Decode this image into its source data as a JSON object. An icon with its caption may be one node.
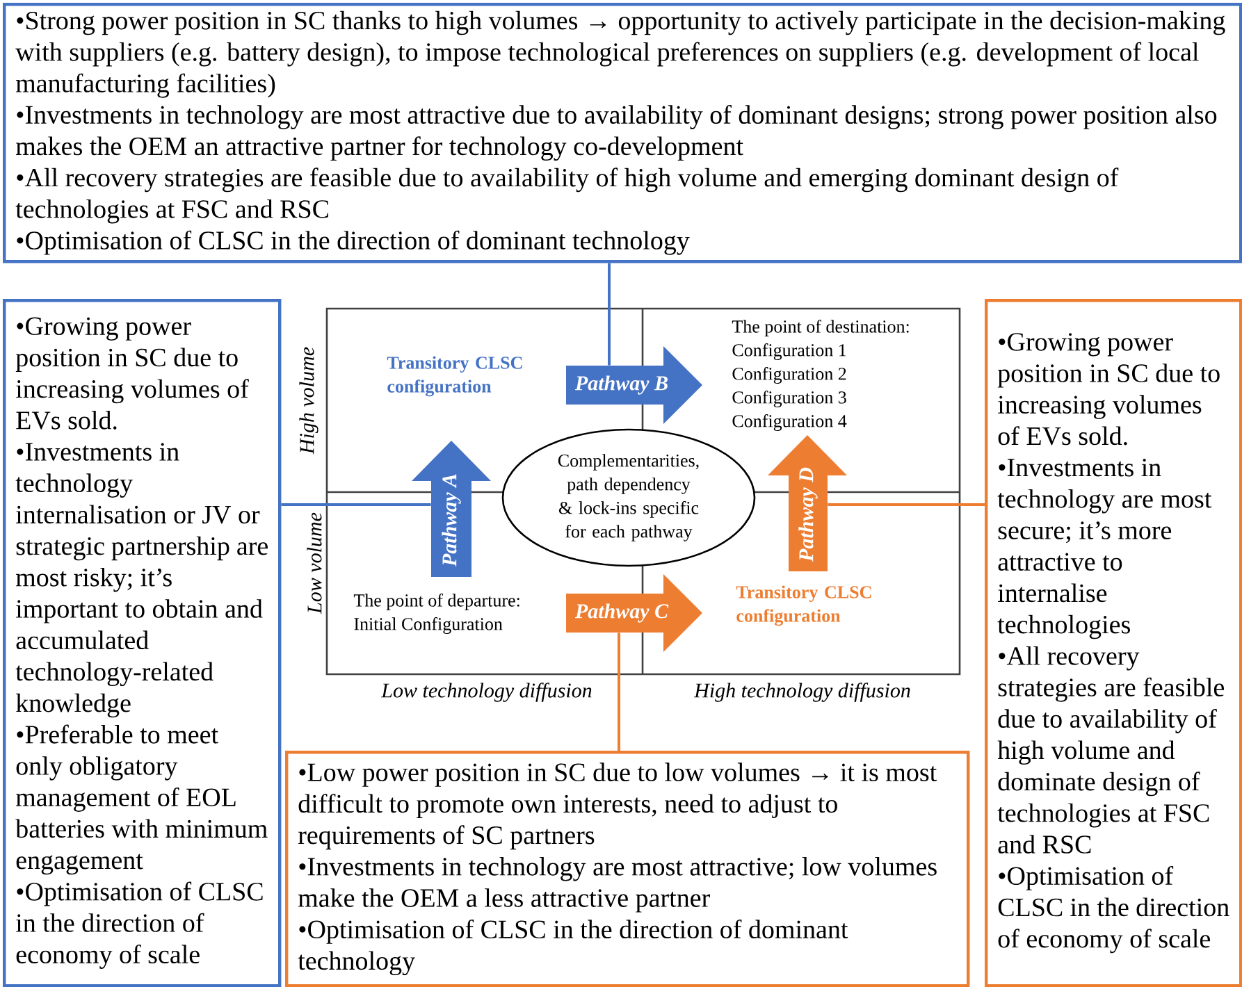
{
  "diagram": {
    "nodes": [
      {
        "text": [
          "•Strong power position in SC thanks to high volumes → opportunity to actively participate in the decision-making with suppliers (e.g. battery design), to impose technological preferences on suppliers (e.g. development of local manufacturing facilities)",
          "•Investments in technology are most attractive due to availability of dominant designs; strong power position also makes the OEM an attractive partner for technology co-development",
          "•All recovery strategies are feasible due to availability of high volume and emerging dominant design of technologies at FSC and RSC",
          "•Optimisation of CLSC in the direction of dominant technology"
        ]
      },
      {
        "text": [
          "•Growing power position in SC due to increasing volumes of EVs sold.",
          "•Investments in technology internalisation or  JV or strategic partnership are most risky; it’s important to obtain and accumulated technology-related knowledge",
          "•Preferable to meet only obligatory management  of EOL batteries with minimum engagement",
          "•Optimisation of CLSC in the direction of economy of scale"
        ]
      },
      {
        "text": [
          "•Growing power position in SC due to increasing volumes of EVs sold.",
          "•Investments in technology are most secure; it’s more attractive to internalise technologies",
          "•All recovery strategies are feasible due to availability of high volume and dominate design of technologies at FSC and RSC",
          "•Optimisation of CLSC in the direction of economy of scale"
        ]
      },
      {
        "text": [
          "•Low power position in SC due to low volumes → it is most difficult to promote own interests, need to adjust to requirements of SC partners",
          "•Investments in technology are most attractive; low volumes make the OEM a less attractive partner",
          "•Optimisation of CLSC in the direction of dominant technology"
        ]
      },
      {
        "text": [
          "Pathway A"
        ]
      },
      {
        "text": [
          "Pathway B"
        ]
      },
      {
        "text": [
          "Pathway C"
        ]
      },
      {
        "text": [
          "Pathway D"
        ]
      },
      {
        "text": [
          "Complementarities, path dependency & lock-ins specific for each pathway"
        ]
      }
    ],
    "edges": [
      {
        "from": 0,
        "to": 5,
        "arrow": "none",
        "color": "#4472c4"
      },
      {
        "from": 1,
        "to": 4,
        "arrow": "none",
        "color": "#4472c4"
      },
      {
        "from": 2,
        "to": 7,
        "arrow": "none",
        "color": "#ed7d31"
      },
      {
        "from": 3,
        "to": 6,
        "arrow": "none",
        "color": "#ed7d31"
      }
    ],
    "labels": [
      "High volume",
      "Transitory CLSC configuration",
      "The point of destination:",
      "Configuration 1",
      "Configuration 2",
      "Configuration 3",
      "Configuration 4",
      "Low volume",
      "The point of departure:",
      "Initial Configuration",
      "Transitory CLSC configuration",
      "Low technology diffusion",
      "High technology diffusion"
    ]
  }
}
